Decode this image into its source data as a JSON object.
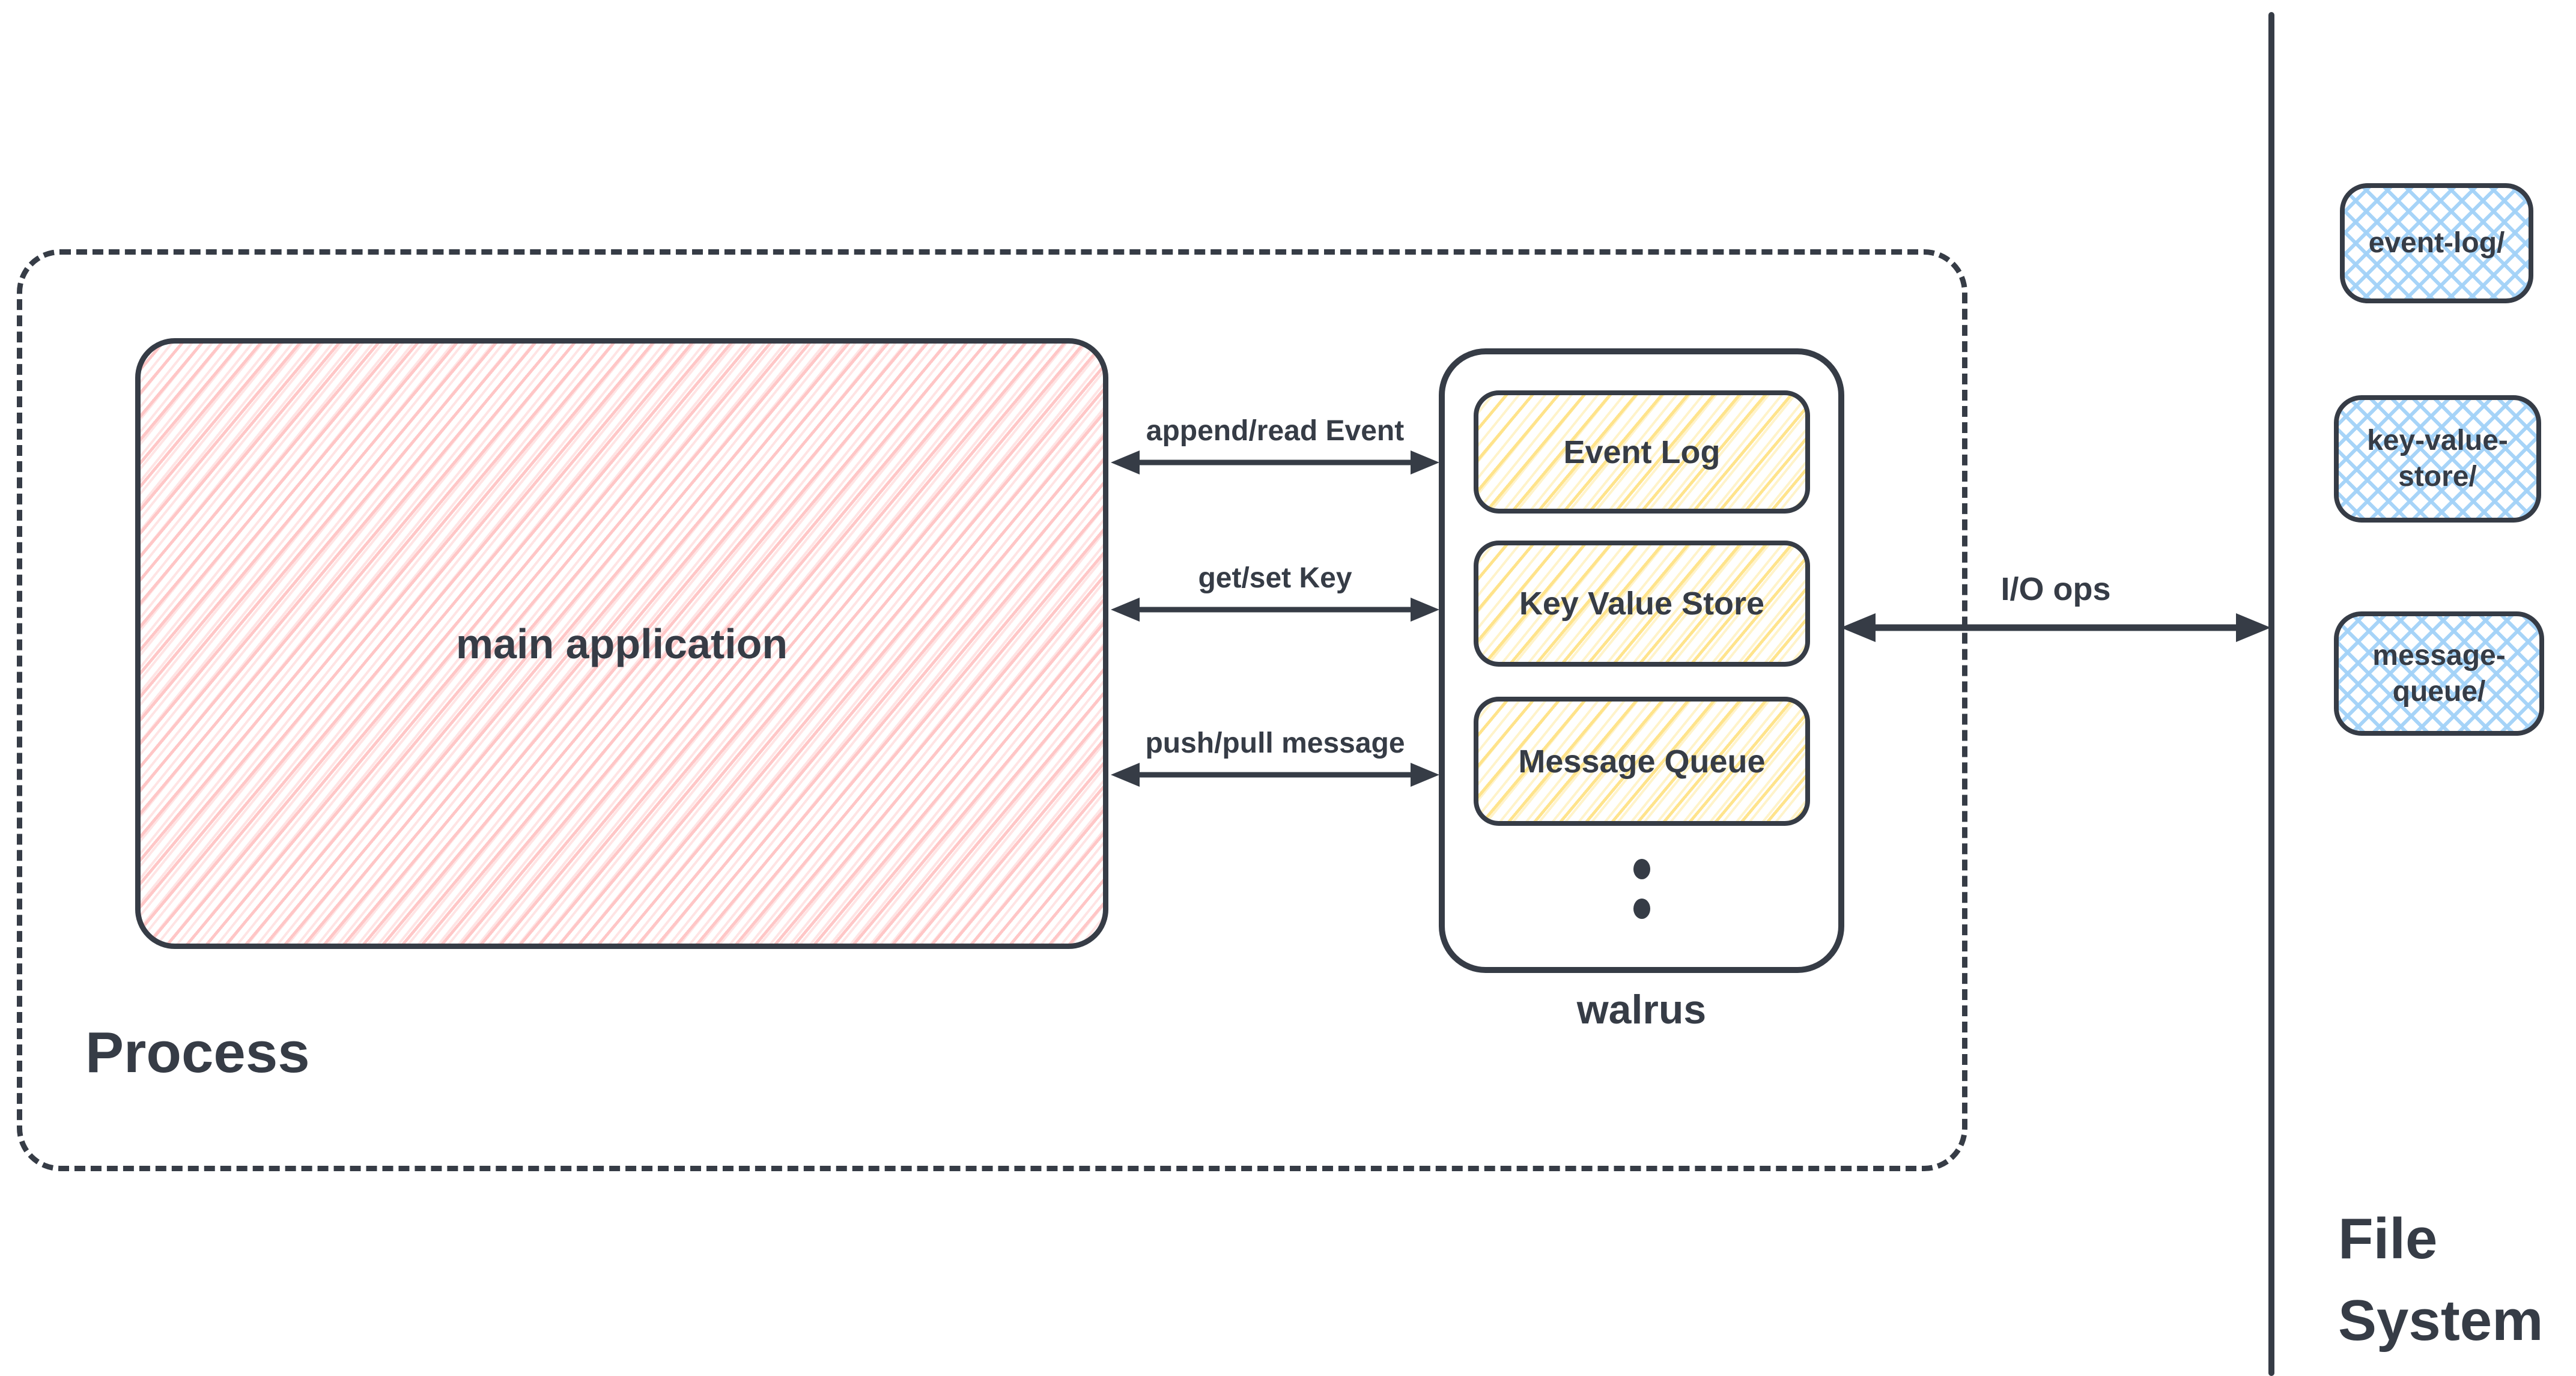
{
  "colors": {
    "ink": "#363c46",
    "pink_hatch": "#ffc9c9",
    "yellow_hatch": "#ffe286",
    "blue_hatch": "#a2d2f8"
  },
  "process": {
    "label": "Process",
    "main_application": {
      "label": "main application"
    },
    "walrus": {
      "label": "walrus",
      "components": [
        {
          "label": "Event Log"
        },
        {
          "label": "Key Value Store"
        },
        {
          "label": "Message Queue"
        }
      ],
      "ellipsis_icon": "vertical-ellipsis"
    },
    "operations": [
      {
        "label": "append/read Event"
      },
      {
        "label": "get/set Key"
      },
      {
        "label": "push/pull message"
      }
    ]
  },
  "io": {
    "label": "I/O ops"
  },
  "file_system": {
    "label": "File\nSystem",
    "directories": [
      {
        "label": "event-log/"
      },
      {
        "label": "key-value-\nstore/"
      },
      {
        "label": "message-\nqueue/"
      }
    ]
  }
}
